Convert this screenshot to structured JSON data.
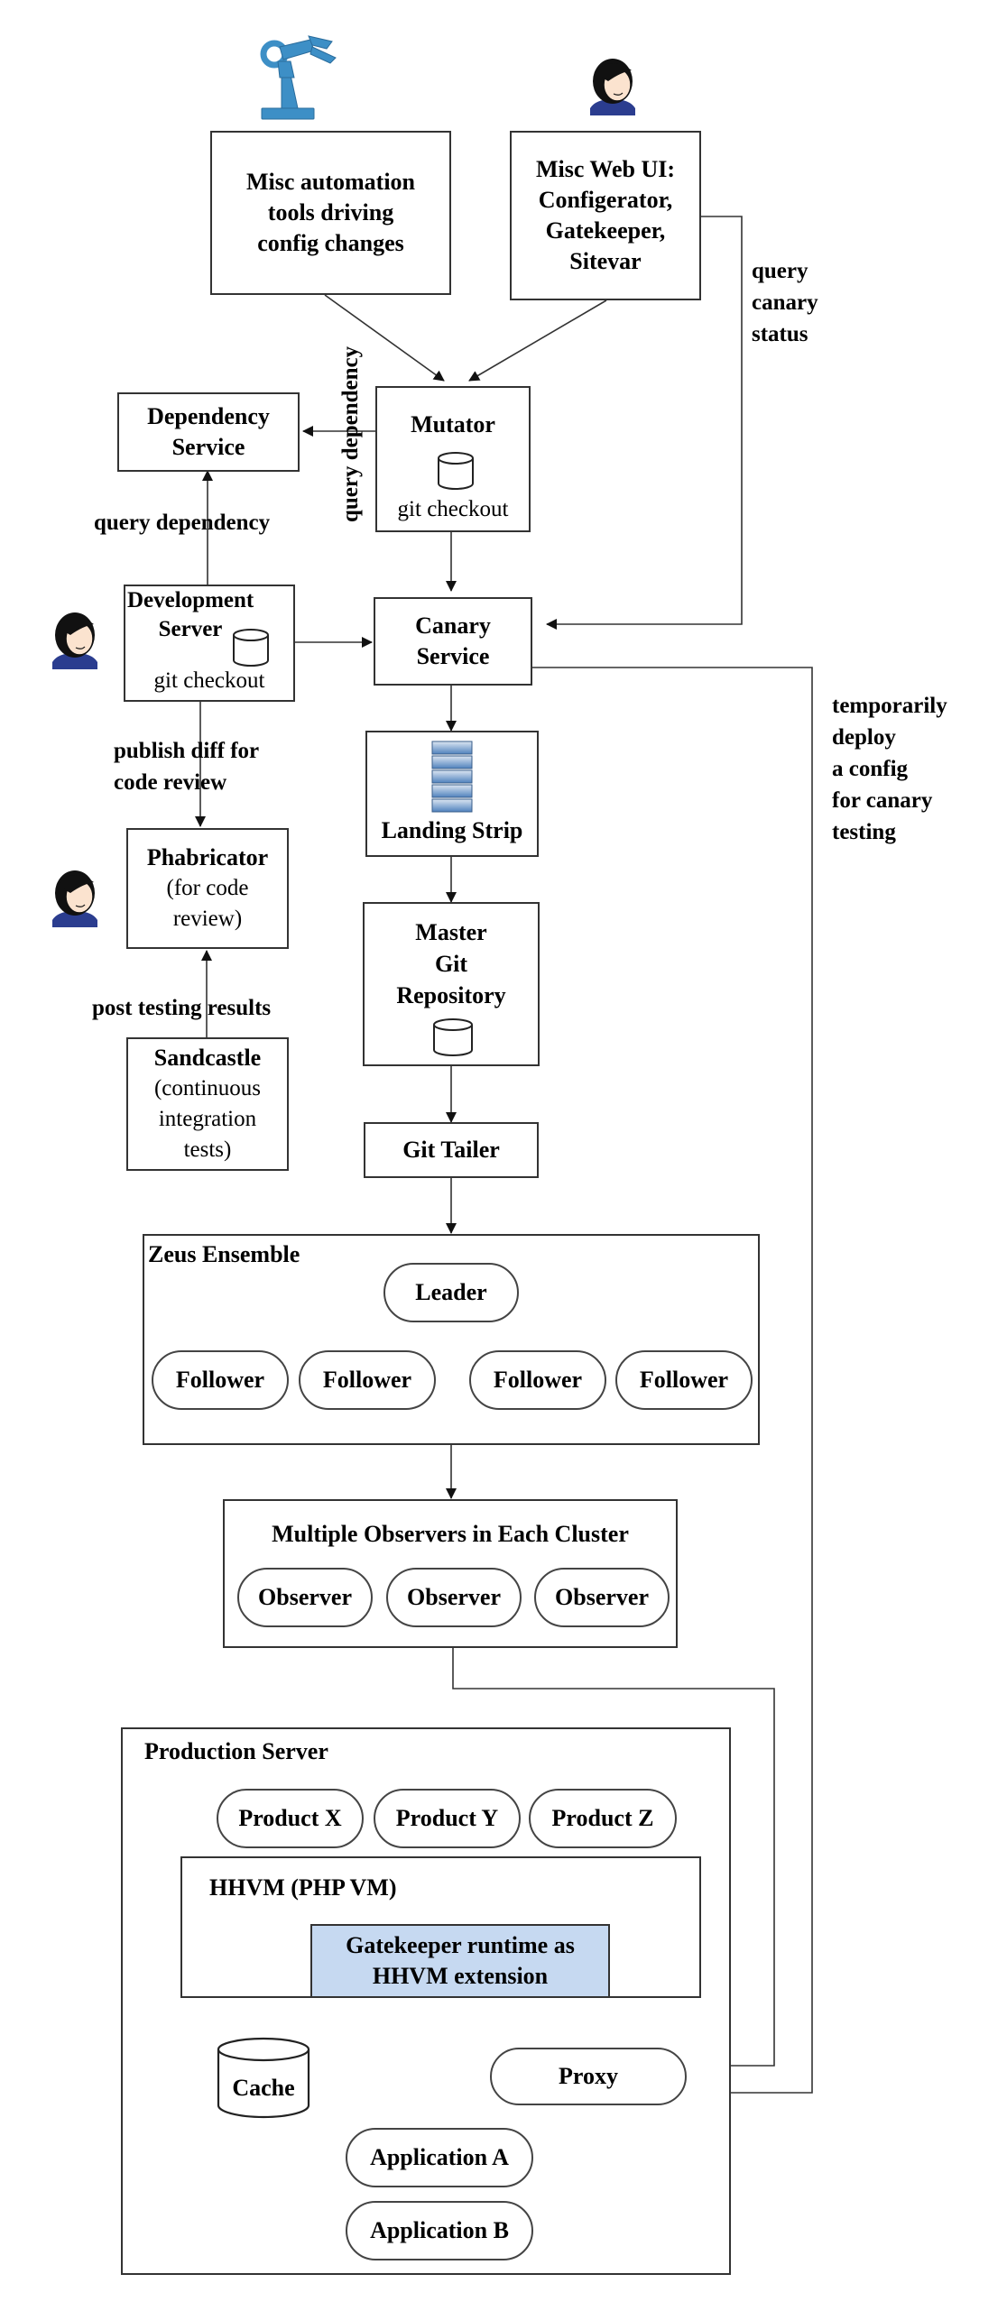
{
  "nodes": {
    "automation": "Misc automation\ntools driving\nconfig changes",
    "webui": "Misc Web UI:\nConfigerator,\nGatekeeper,\nSitevar",
    "mutator_title": "Mutator",
    "mutator_sub": "git checkout",
    "dependency": "Dependency\nService",
    "devserver_title": "Development\nServer",
    "devserver_sub": "git checkout",
    "canary": "Canary\nService",
    "landing_strip": "Landing Strip",
    "master_git": "Master\nGit\nRepository",
    "git_tailer": "Git Tailer",
    "phabricator_title": "Phabricator",
    "phabricator_sub": "(for code\nreview)",
    "sandcastle_title": "Sandcastle",
    "sandcastle_sub": "(continuous\nintegration\ntests)",
    "zeus_title": "Zeus Ensemble",
    "leader": "Leader",
    "followers": [
      "Follower",
      "Follower",
      "Follower",
      "Follower"
    ],
    "observers_title": "Multiple Observers in Each Cluster",
    "observers": [
      "Observer",
      "Observer",
      "Observer"
    ],
    "production_title": "Production Server",
    "products": [
      "Product X",
      "Product Y",
      "Product Z"
    ],
    "hhvm_title": "HHVM (PHP VM)",
    "gatekeeper_runtime": "Gatekeeper runtime as\nHHVM extension",
    "cache": "Cache",
    "proxy": "Proxy",
    "app_a": "Application A",
    "app_b": "Application B"
  },
  "edge_labels": {
    "query_canary_status": "query\ncanary\nstatus",
    "query_dependency_vertical": "query dependency",
    "query_dependency": "query dependency",
    "publish_diff": "publish diff for\ncode review",
    "post_testing": "post testing results",
    "temporarily_deploy": "temporarily\ndeploy\na config\nfor canary\ntesting"
  },
  "colors": {
    "line": "#333333",
    "gatekeeper_fill": "#c6d9f1",
    "strip_fill_top": "#dce6f2",
    "strip_fill_bottom": "#4f81bd",
    "robot": "#3d8fc6",
    "hair": "#111111",
    "shirt": "#2b3d8f"
  },
  "icons": [
    "robot-arm-icon",
    "person-icon",
    "database-icon",
    "queue-stack-icon"
  ]
}
